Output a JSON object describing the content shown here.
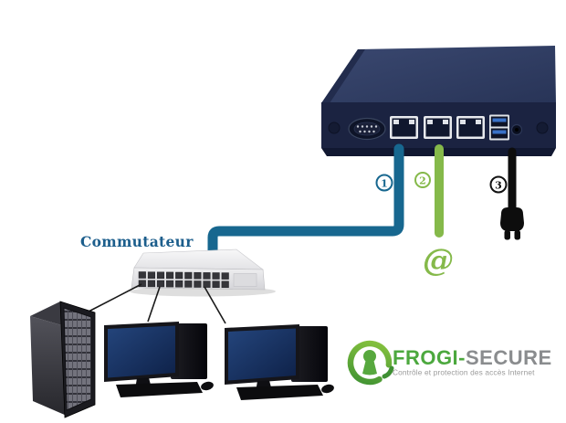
{
  "labels": {
    "switch": "Commutateur",
    "internet_symbol": "@"
  },
  "connections": [
    {
      "number": "1",
      "meaning": "lan-cable-to-switch",
      "color": "#17678f"
    },
    {
      "number": "2",
      "meaning": "internet-cable",
      "color": "#85b94a"
    },
    {
      "number": "3",
      "meaning": "power-cable",
      "color": "#111111"
    }
  ],
  "logo": {
    "brand_primary": "FROGI-",
    "brand_secondary": "SECURE",
    "tagline": "Contrôle et protection des accès Internet",
    "green": "#4ca83e",
    "gray": "#8a8c8e"
  },
  "colors": {
    "cable_lan": "#17678f",
    "cable_internet": "#85b94a",
    "cable_power": "#0d0d0d",
    "appliance_front": "#1b2341",
    "appliance_top": "#2e3a61",
    "switch_label_blue": "#1c5e8c",
    "tagline_gray": "#9b9b9b"
  }
}
